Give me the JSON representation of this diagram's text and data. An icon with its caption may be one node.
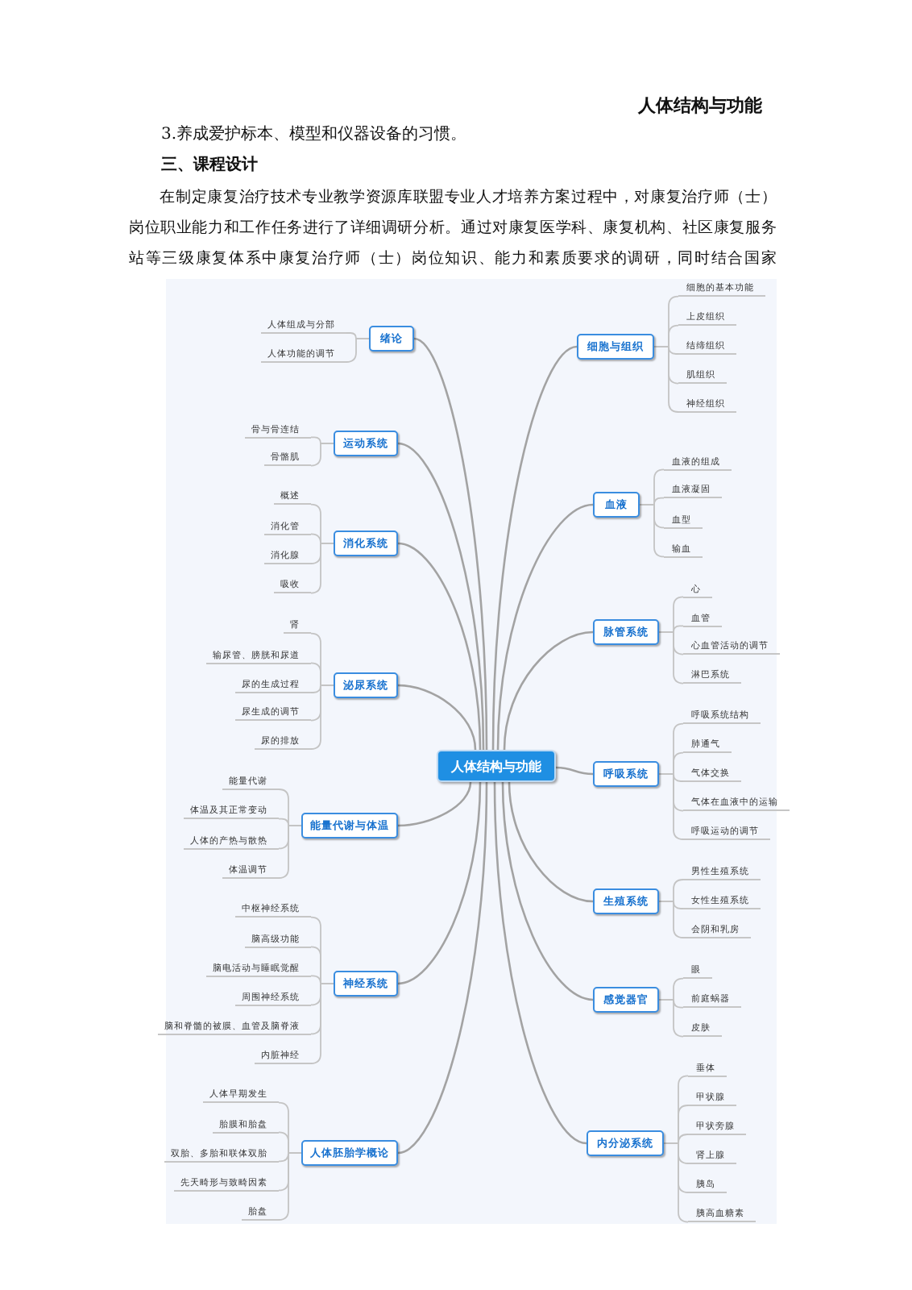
{
  "diagram": {
    "nodes": [
      {
        "text": [
          "人体结构与功能"
        ]
      },
      {
        "text": [
          "绪论"
        ]
      },
      {
        "text": [
          "人体组成与分部"
        ]
      },
      {
        "text": [
          "人体功能的调节"
        ]
      },
      {
        "text": [
          "运动系统"
        ]
      },
      {
        "text": [
          "骨与骨连结"
        ]
      },
      {
        "text": [
          "骨骼肌"
        ]
      },
      {
        "text": [
          "消化系统"
        ]
      },
      {
        "text": [
          "概述"
        ]
      },
      {
        "text": [
          "消化管"
        ]
      },
      {
        "text": [
          "消化腺"
        ]
      },
      {
        "text": [
          "吸收"
        ]
      },
      {
        "text": [
          "泌尿系统"
        ]
      },
      {
        "text": [
          "肾"
        ]
      },
      {
        "text": [
          "输尿管、膀胱和尿道"
        ]
      },
      {
        "text": [
          "尿的生成过程"
        ]
      },
      {
        "text": [
          "尿生成的调节"
        ]
      },
      {
        "text": [
          "尿的排放"
        ]
      },
      {
        "text": [
          "能量代谢与体温"
        ]
      },
      {
        "text": [
          "能量代谢"
        ]
      },
      {
        "text": [
          "体温及其正常变动"
        ]
      },
      {
        "text": [
          "人体的产热与散热"
        ]
      },
      {
        "text": [
          "体温调节"
        ]
      },
      {
        "text": [
          "神经系统"
        ]
      },
      {
        "text": [
          "中枢神经系统"
        ]
      },
      {
        "text": [
          "脑高级功能"
        ]
      },
      {
        "text": [
          "脑电活动与睡眠觉醒"
        ]
      },
      {
        "text": [
          "周围神经系统"
        ]
      },
      {
        "text": [
          "脑和脊髓的被膜、血管及脑脊液"
        ]
      },
      {
        "text": [
          "内脏神经"
        ]
      },
      {
        "text": [
          "人体胚胎学概论"
        ]
      },
      {
        "text": [
          "人体早期发生"
        ]
      },
      {
        "text": [
          "胎膜和胎盘"
        ]
      },
      {
        "text": [
          "双胎、多胎和联体双胎"
        ]
      },
      {
        "text": [
          "先天畸形与致畸因素"
        ]
      },
      {
        "text": [
          "胎盘"
        ]
      },
      {
        "text": [
          "细胞与组织"
        ]
      },
      {
        "text": [
          "细胞的基本功能"
        ]
      },
      {
        "text": [
          "上皮组织"
        ]
      },
      {
        "text": [
          "结缔组织"
        ]
      },
      {
        "text": [
          "肌组织"
        ]
      },
      {
        "text": [
          "神经组织"
        ]
      },
      {
        "text": [
          "血液"
        ]
      },
      {
        "text": [
          "血液的组成"
        ]
      },
      {
        "text": [
          "血液凝固"
        ]
      },
      {
        "text": [
          "血型"
        ]
      },
      {
        "text": [
          "输血"
        ]
      },
      {
        "text": [
          "脉管系统"
        ]
      },
      {
        "text": [
          "心"
        ]
      },
      {
        "text": [
          "血管"
        ]
      },
      {
        "text": [
          "心血管活动的调节"
        ]
      },
      {
        "text": [
          "淋巴系统"
        ]
      },
      {
        "text": [
          "呼吸系统"
        ]
      },
      {
        "text": [
          "呼吸系统结构"
        ]
      },
      {
        "text": [
          "肺通气"
        ]
      },
      {
        "text": [
          "气体交换"
        ]
      },
      {
        "text": [
          "气体在血液中的运输"
        ]
      },
      {
        "text": [
          "呼吸运动的调节"
        ]
      },
      {
        "text": [
          "生殖系统"
        ]
      },
      {
        "text": [
          "男性生殖系统"
        ]
      },
      {
        "text": [
          "女性生殖系统"
        ]
      },
      {
        "text": [
          "会阴和乳房"
        ]
      },
      {
        "text": [
          "感觉器官"
        ]
      },
      {
        "text": [
          "眼"
        ]
      },
      {
        "text": [
          "前庭蜗器"
        ]
      },
      {
        "text": [
          "皮肤"
        ]
      },
      {
        "text": [
          "内分泌系统"
        ]
      },
      {
        "text": [
          "垂体"
        ]
      },
      {
        "text": [
          "甲状腺"
        ]
      },
      {
        "text": [
          "甲状旁腺"
        ]
      },
      {
        "text": [
          "肾上腺"
        ]
      },
      {
        "text": [
          "胰岛"
        ]
      },
      {
        "text": [
          "胰高血糖素"
        ]
      }
    ],
    "edges": [
      {
        "from": 0,
        "to": 1,
        "arrow": "none"
      },
      {
        "from": 1,
        "to": 2,
        "arrow": "none"
      },
      {
        "from": 1,
        "to": 3,
        "arrow": "none"
      },
      {
        "from": 0,
        "to": 4,
        "arrow": "none"
      },
      {
        "from": 4,
        "to": 5,
        "arrow": "none"
      },
      {
        "from": 4,
        "to": 6,
        "arrow": "none"
      },
      {
        "from": 0,
        "to": 7,
        "arrow": "none"
      },
      {
        "from": 7,
        "to": 8,
        "arrow": "none"
      },
      {
        "from": 7,
        "to": 9,
        "arrow": "none"
      },
      {
        "from": 7,
        "to": 10,
        "arrow": "none"
      },
      {
        "from": 7,
        "to": 11,
        "arrow": "none"
      },
      {
        "from": 0,
        "to": 12,
        "arrow": "none"
      },
      {
        "from": 12,
        "to": 13,
        "arrow": "none"
      },
      {
        "from": 12,
        "to": 14,
        "arrow": "none"
      },
      {
        "from": 12,
        "to": 15,
        "arrow": "none"
      },
      {
        "from": 12,
        "to": 16,
        "arrow": "none"
      },
      {
        "from": 12,
        "to": 17,
        "arrow": "none"
      },
      {
        "from": 0,
        "to": 18,
        "arrow": "none"
      },
      {
        "from": 18,
        "to": 19,
        "arrow": "none"
      },
      {
        "from": 18,
        "to": 20,
        "arrow": "none"
      },
      {
        "from": 18,
        "to": 21,
        "arrow": "none"
      },
      {
        "from": 18,
        "to": 22,
        "arrow": "none"
      },
      {
        "from": 0,
        "to": 23,
        "arrow": "none"
      },
      {
        "from": 23,
        "to": 24,
        "arrow": "none"
      },
      {
        "from": 23,
        "to": 25,
        "arrow": "none"
      },
      {
        "from": 23,
        "to": 26,
        "arrow": "none"
      },
      {
        "from": 23,
        "to": 27,
        "arrow": "none"
      },
      {
        "from": 23,
        "to": 28,
        "arrow": "none"
      },
      {
        "from": 23,
        "to": 29,
        "arrow": "none"
      },
      {
        "from": 0,
        "to": 30,
        "arrow": "none"
      },
      {
        "from": 30,
        "to": 31,
        "arrow": "none"
      },
      {
        "from": 30,
        "to": 32,
        "arrow": "none"
      },
      {
        "from": 30,
        "to": 33,
        "arrow": "none"
      },
      {
        "from": 30,
        "to": 34,
        "arrow": "none"
      },
      {
        "from": 30,
        "to": 35,
        "arrow": "none"
      },
      {
        "from": 0,
        "to": 36,
        "arrow": "none"
      },
      {
        "from": 36,
        "to": 37,
        "arrow": "none"
      },
      {
        "from": 36,
        "to": 38,
        "arrow": "none"
      },
      {
        "from": 36,
        "to": 39,
        "arrow": "none"
      },
      {
        "from": 36,
        "to": 40,
        "arrow": "none"
      },
      {
        "from": 36,
        "to": 41,
        "arrow": "none"
      },
      {
        "from": 0,
        "to": 42,
        "arrow": "none"
      },
      {
        "from": 42,
        "to": 43,
        "arrow": "none"
      },
      {
        "from": 42,
        "to": 44,
        "arrow": "none"
      },
      {
        "from": 42,
        "to": 45,
        "arrow": "none"
      },
      {
        "from": 42,
        "to": 46,
        "arrow": "none"
      },
      {
        "from": 0,
        "to": 47,
        "arrow": "none"
      },
      {
        "from": 47,
        "to": 48,
        "arrow": "none"
      },
      {
        "from": 47,
        "to": 49,
        "arrow": "none"
      },
      {
        "from": 47,
        "to": 50,
        "arrow": "none"
      },
      {
        "from": 47,
        "to": 51,
        "arrow": "none"
      },
      {
        "from": 0,
        "to": 52,
        "arrow": "none"
      },
      {
        "from": 52,
        "to": 53,
        "arrow": "none"
      },
      {
        "from": 52,
        "to": 54,
        "arrow": "none"
      },
      {
        "from": 52,
        "to": 55,
        "arrow": "none"
      },
      {
        "from": 52,
        "to": 56,
        "arrow": "none"
      },
      {
        "from": 52,
        "to": 57,
        "arrow": "none"
      },
      {
        "from": 0,
        "to": 58,
        "arrow": "none"
      },
      {
        "from": 58,
        "to": 59,
        "arrow": "none"
      },
      {
        "from": 58,
        "to": 60,
        "arrow": "none"
      },
      {
        "from": 58,
        "to": 61,
        "arrow": "none"
      },
      {
        "from": 0,
        "to": 62,
        "arrow": "none"
      },
      {
        "from": 62,
        "to": 63,
        "arrow": "none"
      },
      {
        "from": 62,
        "to": 64,
        "arrow": "none"
      },
      {
        "from": 62,
        "to": 65,
        "arrow": "none"
      },
      {
        "from": 0,
        "to": 66,
        "arrow": "none"
      },
      {
        "from": 66,
        "to": 67,
        "arrow": "none"
      },
      {
        "from": 66,
        "to": 68,
        "arrow": "none"
      },
      {
        "from": 66,
        "to": 69,
        "arrow": "none"
      },
      {
        "from": 66,
        "to": 70,
        "arrow": "none"
      },
      {
        "from": 66,
        "to": 71,
        "arrow": "none"
      },
      {
        "from": 66,
        "to": 72,
        "arrow": "none"
      }
    ],
    "labels": [
      "人体结构与功能",
      "3.养成爱护标本、模型和仪器设备的习惯。",
      "三、课程设计",
      "在制定康复治疗技术专业教学资源库联盟专业人才培养方案过程中，对康复治疗师（士）岗位职业能力和工作任务进行了详细调研分析。通过对康复医学科、康复机构、社区康复服务站等三级康复体系中康复治疗师（士）岗位知识、能力和素质要求的调研，同时结合国家"
    ]
  }
}
